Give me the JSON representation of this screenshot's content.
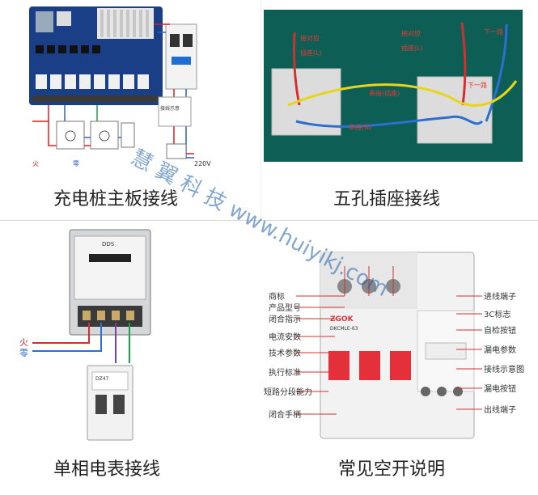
{
  "panels": {
    "top_left": {
      "caption": "充电桩主板接线",
      "labels": {
        "wire_l": "火",
        "wire_n": "零",
        "voltage": "220V",
        "note": "接线示意"
      }
    },
    "top_right": {
      "caption": "五孔插座接线",
      "labels": {
        "l1": "接对应",
        "l2": "插座(L)",
        "r1": "接对应",
        "r2": "插座(L)",
        "top": "下一路",
        "mid_right": "下一路",
        "series_l": "串接(插座)",
        "series_n": "串接(N)"
      }
    },
    "bottom_left": {
      "caption": "单相电表接线",
      "labels": {
        "live": "火",
        "neutral": "零",
        "meter_brand": "DDS",
        "breaker_brand": "DZ47"
      }
    },
    "bottom_right": {
      "caption": "常见空开说明",
      "brand": "ZGOK",
      "model": "DKCMLE-63",
      "left_labels": [
        "商标",
        "产品型号",
        "闭合指示",
        "电流安数",
        "技术参数",
        "执行标准",
        "短路分段能力",
        "闭合手柄"
      ],
      "right_labels": [
        "进线端子",
        "3C标志",
        "自检按钮",
        "漏电参数",
        "接线示意图",
        "漏电按钮",
        "出线端子"
      ]
    }
  },
  "watermark": "慧 翼 科 技  www.huiyikj.com",
  "colors": {
    "accent_red": "#e4303a",
    "board_blue": "#1b3f86",
    "wire_yellow": "#e8d51a",
    "wire_blue": "#2c6fd1"
  }
}
